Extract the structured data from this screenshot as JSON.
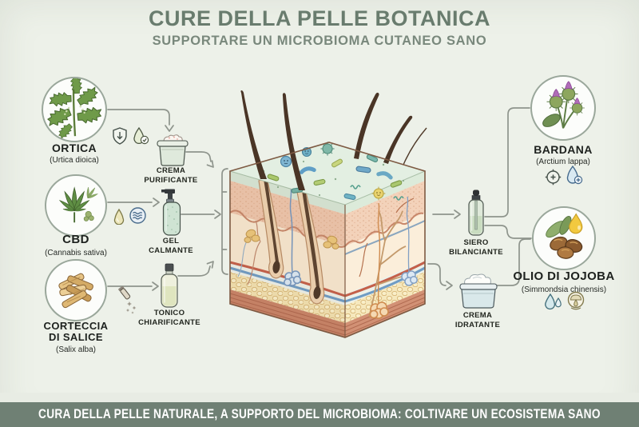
{
  "header": {
    "title": "CURE DELLA PELLE BOTANICA",
    "subtitle": "SUPPORTARE UN MICROBIOMA CUTANEO SANO"
  },
  "footer": {
    "banner": "CURA DELLA PELLE NATURALE, A SUPPORTO DEL MICROBIOMA: COLTIVARE UN ECOSISTEMA SANO"
  },
  "ingredients": [
    {
      "id": "ortica",
      "lines": [
        "ORTICA"
      ],
      "latin": "(Urtica dioica)",
      "icons": [
        "shield-reduction-icon",
        "droplet-check-icon"
      ]
    },
    {
      "id": "cbd",
      "lines": [
        "CBD"
      ],
      "latin": "(Cannabis sativa)",
      "icons": [
        "oil-drop-icon",
        "soothing-waves-icon"
      ]
    },
    {
      "id": "corteccia-di-salice",
      "lines": [
        "CORTECCIA",
        "DI SALICE"
      ],
      "latin": "(Salix alba)",
      "icons": [
        "exfoliation-icon"
      ]
    },
    {
      "id": "bardana",
      "lines": [
        "BARDANA"
      ],
      "latin": "(Arctium lappa)",
      "icons": [
        "target-plus-icon",
        "droplet-plus-icon"
      ]
    },
    {
      "id": "olio-di-jojoba",
      "lines": [
        "OLIO DI JOJOBA"
      ],
      "latin": "(Simmondsia chinensis)",
      "icons": [
        "water-droplets-icon",
        "sebum-balance-icon"
      ]
    }
  ],
  "products": [
    {
      "id": "crema-purificante",
      "lines": [
        "CREMA",
        "PURIFICANTE"
      ]
    },
    {
      "id": "gel-calmante",
      "lines": [
        "GEL",
        "CALMANTE"
      ]
    },
    {
      "id": "tonico-chiarificante",
      "lines": [
        "TONICO",
        "CHIARIFICANTE"
      ]
    },
    {
      "id": "siero-bilanciante",
      "lines": [
        "SIERO",
        "BILANCIANTE"
      ]
    },
    {
      "id": "crema-idratante",
      "lines": [
        "CREMA",
        "IDRATANTE"
      ]
    }
  ],
  "icons": {
    "shield-reduction-icon": "shield with down arrow",
    "droplet-check-icon": "droplet with check badge",
    "oil-drop-icon": "oil droplet",
    "soothing-waves-icon": "circle with waves",
    "exfoliation-icon": "applicator with sparkles",
    "target-plus-icon": "crosshair with plus",
    "droplet-plus-icon": "droplet with plus badge",
    "water-droplets-icon": "two water droplets",
    "sebum-balance-icon": "pore with sebum drop"
  },
  "center_illustration": "skin-cross-section-with-microbiome-and-hairs",
  "colors": {
    "background": "#edf1e9",
    "heading": "#697c6e",
    "subheading": "#79887c",
    "banner_background": "#6f8074",
    "banner_text": "#ffffff",
    "connector": "#8e948c",
    "label_text": "#1d211e"
  }
}
